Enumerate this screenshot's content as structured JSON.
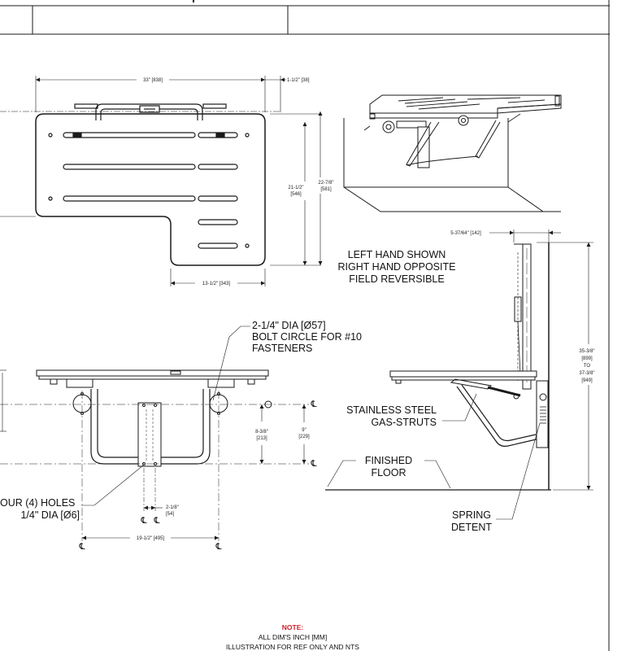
{
  "colors": {
    "ink": "#1a1a1a",
    "note_accent": "#d0202a",
    "panel_fill": "#ffffff"
  },
  "dimensions": {
    "overall_width": "33\" [838]",
    "edge_offset": "1-1/2\" [38]",
    "depth_a_in": "21-1/2\"",
    "depth_a_mm": "[546]",
    "depth_b_in": "22-7/8\"",
    "depth_b_mm": "[581]",
    "notch_width": "13-1/2\" [343]",
    "projection": "5-37/64\" [142]",
    "height_in": "35-3/8\"",
    "height_mm": "[899]",
    "height_to": "TO",
    "height_max_in": "37-3/8\"",
    "height_max_mm": "[949]",
    "bracket_a_in": "8-3/8\"",
    "bracket_a_mm": "[213]",
    "bracket_b_in": "9\"",
    "bracket_b_mm": "[229]",
    "hole_spacing_in": "2-1/8\"",
    "hole_spacing_mm": "[54]",
    "mount_width": "19-1/2\" [495]"
  },
  "centerline_symbol": "℄",
  "callouts": {
    "handing": [
      "LEFT HAND SHOWN",
      "RIGHT HAND OPPOSITE",
      "FIELD REVERSIBLE"
    ],
    "bolt_circle": [
      "2-1/4\" DIA [Ø57]",
      "BOLT CIRCLE FOR #10",
      "FASTENERS"
    ],
    "gas_struts": [
      "STAINLESS STEEL",
      "GAS-STRUTS"
    ],
    "floor": [
      "FINISHED",
      "FLOOR"
    ],
    "holes": [
      "OUR (4) HOLES",
      "1/4\" DIA [Ø6]"
    ],
    "spring": [
      "SPRING",
      "DETENT"
    ]
  },
  "note": {
    "title": "NOTE:",
    "lines": [
      "ALL DIM'S INCH [MM]",
      "ILLUSTRATION FOR REF ONLY AND NTS"
    ]
  }
}
